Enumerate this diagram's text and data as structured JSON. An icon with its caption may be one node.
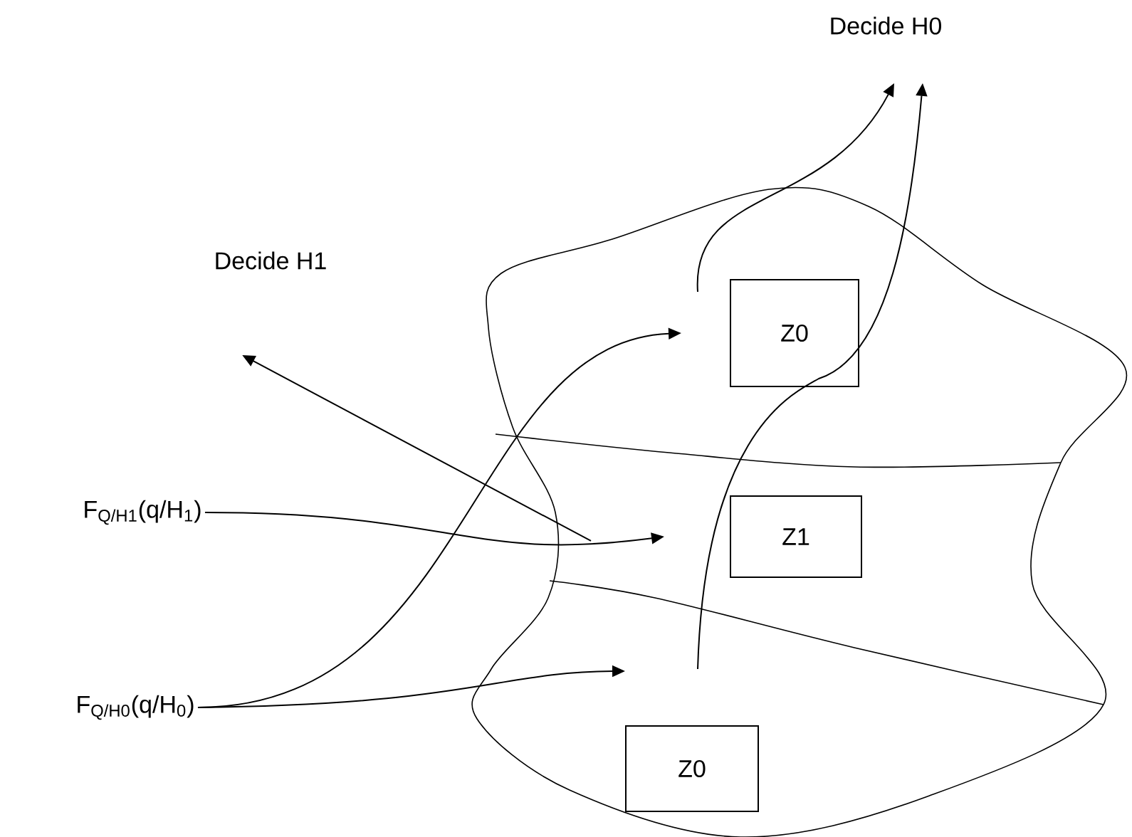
{
  "diagram": {
    "nodes": [
      {
        "text": [
          "Decide H0"
        ]
      },
      {
        "text": [
          "Decide H1"
        ]
      },
      {
        "text": [
          "F$_{Q/H1}$(q/H$_{1}$)"
        ]
      },
      {
        "text": [
          "F$_{Q/H0}$(q/H$_{0}$)"
        ]
      },
      {
        "text": [
          "Z0"
        ]
      },
      {
        "text": [
          "Z1"
        ]
      },
      {
        "text": [
          "Z0"
        ]
      }
    ],
    "edges": [
      {
        "from": 3,
        "to": 4,
        "arrow": "to"
      },
      {
        "from": 3,
        "to": 6,
        "arrow": "to"
      },
      {
        "from": 2,
        "to": 5,
        "arrow": "to"
      },
      {
        "from": null,
        "to": 1,
        "arrow": "to"
      },
      {
        "from": null,
        "to": 0,
        "arrow": "to"
      },
      {
        "from": null,
        "to": 0,
        "arrow": "to"
      }
    ]
  }
}
